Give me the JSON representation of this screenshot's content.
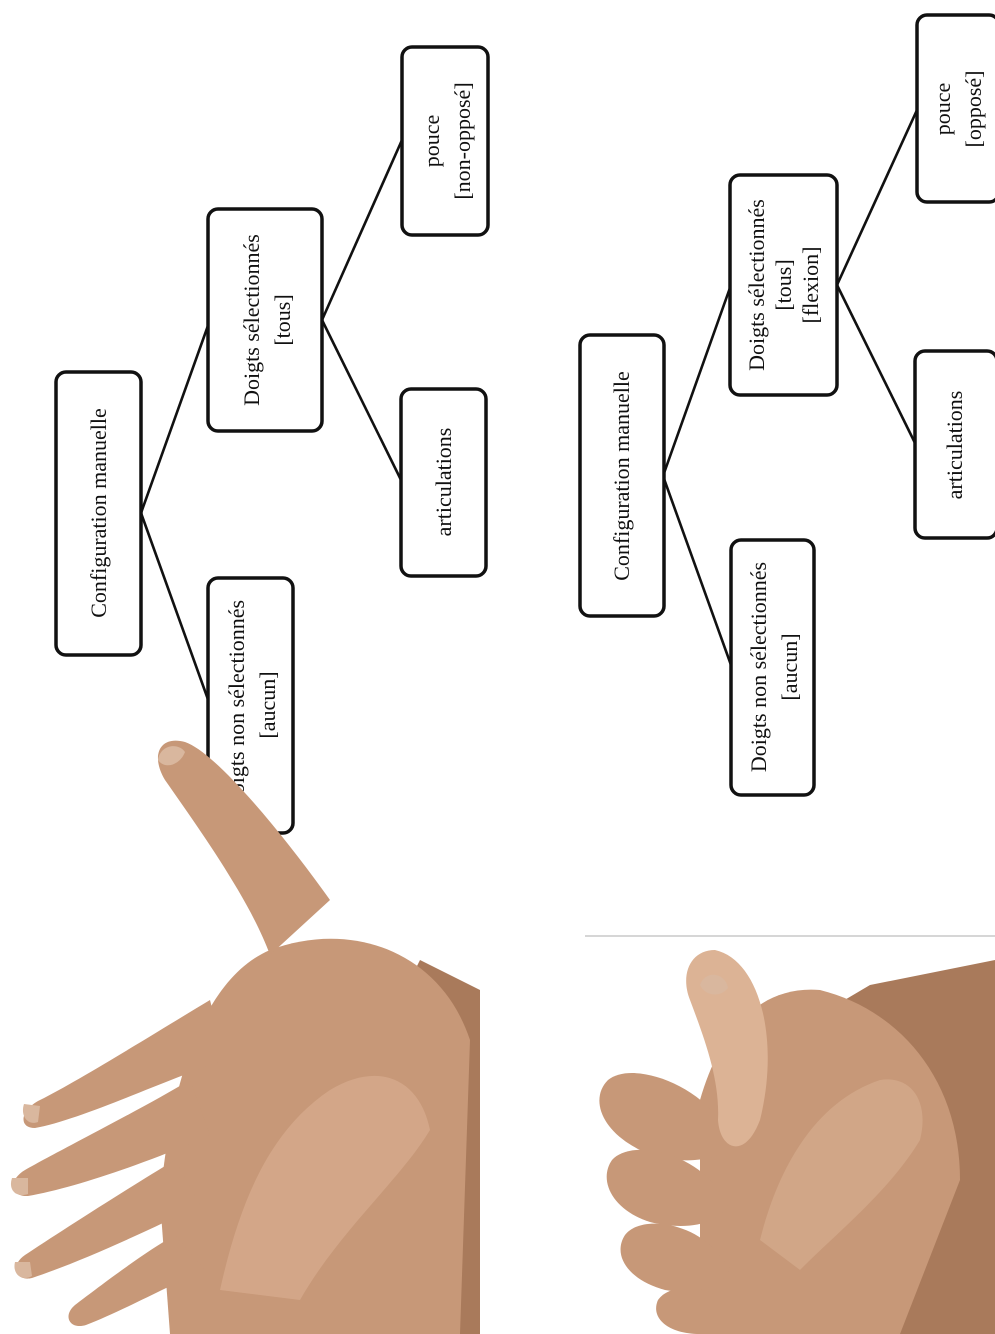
{
  "colors": {
    "skin": "#c79878",
    "skin_highlight": "#dcb395",
    "skin_shadow": "#a97a5b",
    "box_stroke": "#111111",
    "divider": "#c8c8c8"
  },
  "top_tree": {
    "root": {
      "lines": [
        "Configuration manuelle"
      ]
    },
    "unselected": {
      "lines": [
        "Doigts non sélectionnés",
        "[aucun]"
      ]
    },
    "selected": {
      "lines": [
        "Doigts sélectionnés",
        "[tous]"
      ]
    },
    "joints": {
      "lines": [
        "articulations"
      ]
    },
    "thumb": {
      "lines": [
        "pouce",
        "[non-opposé]"
      ]
    }
  },
  "bottom_tree": {
    "root": {
      "lines": [
        "Configuration manuelle"
      ]
    },
    "unselected": {
      "lines": [
        "Doigts non sélectionnés",
        "[aucun]"
      ]
    },
    "selected": {
      "lines": [
        "Doigts sélectionnés",
        "[tous]",
        "[flexion]"
      ]
    },
    "joints": {
      "lines": [
        "articulations"
      ]
    },
    "thumb": {
      "lines": [
        "pouce",
        "[opposé]"
      ]
    }
  },
  "images": {
    "top": "open-hand-image",
    "bottom": "fist-image"
  }
}
